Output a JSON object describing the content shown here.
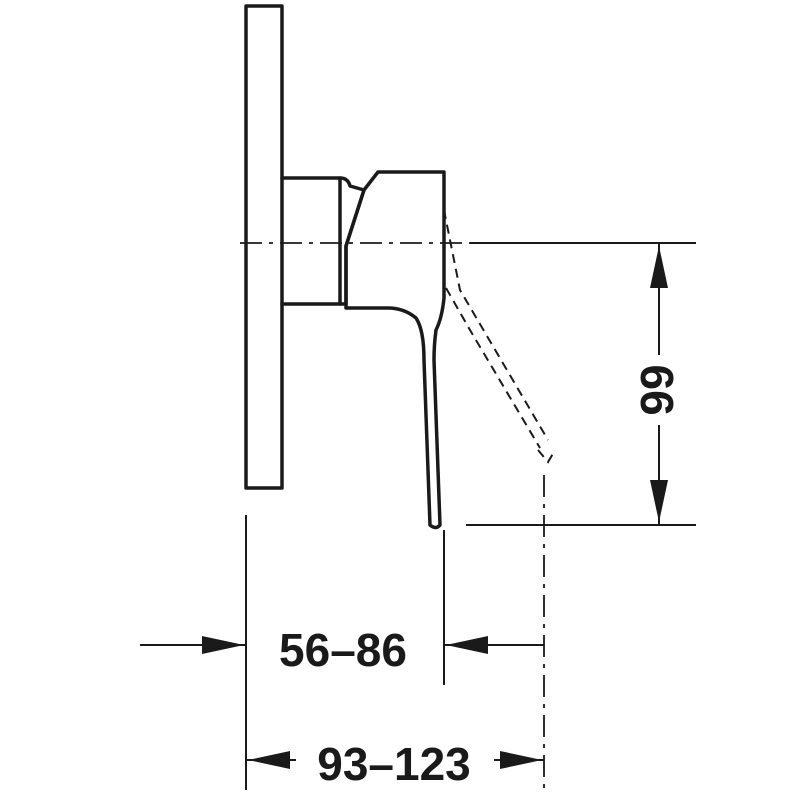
{
  "drawing": {
    "dimensions": {
      "handle_height": "99",
      "projection_handle": "56–86",
      "projection_total": "93–123"
    },
    "colors": {
      "line": "#1a1a1a",
      "background": "#ffffff"
    }
  }
}
